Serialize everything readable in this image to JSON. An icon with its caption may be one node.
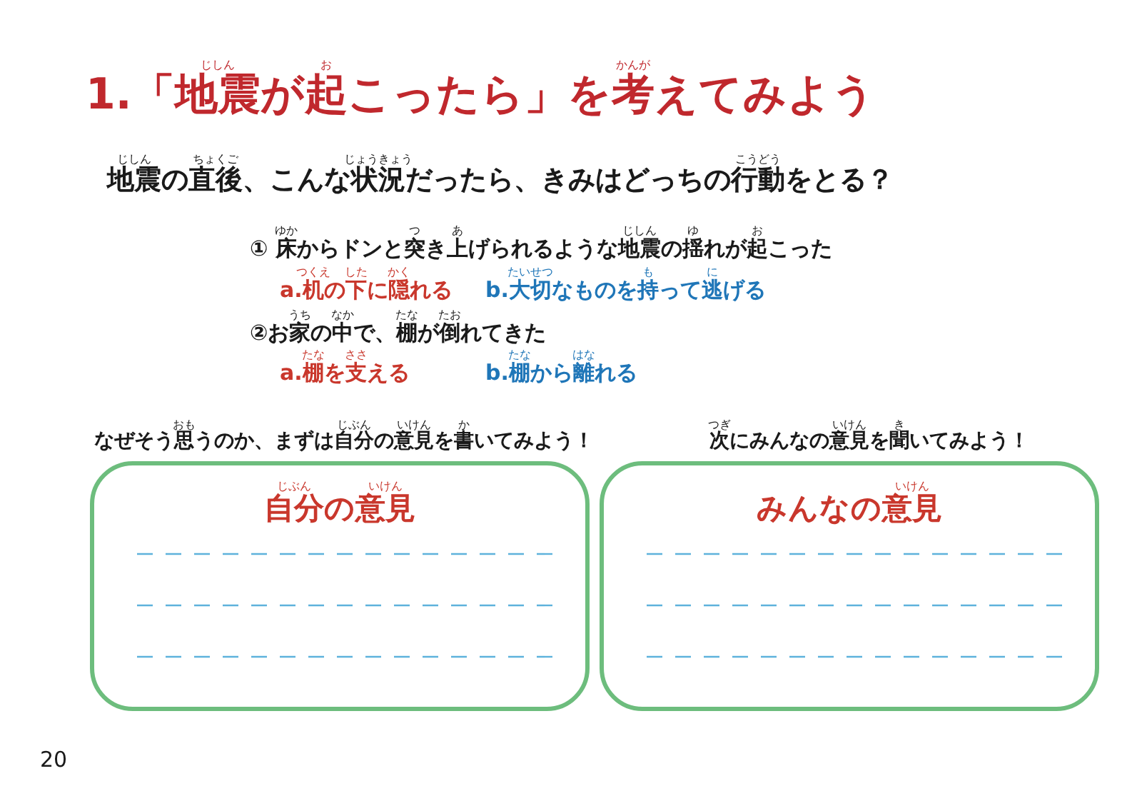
{
  "diagram": {
    "title": "1.「地震が起こったら」を考えてみよう",
    "nodes": [
      {
        "text": [
          "自分の意見"
        ]
      },
      {
        "text": [
          "みんなの意見"
        ]
      }
    ],
    "edges": [],
    "labels": [
      "**地震の直後**、こんな状況だったら、きみはどっちの行動をとる？",
      "① 床からドンと突き上げられるような地震の揺れが起こった",
      "a.机の下に隠れる",
      "b.大切なものを持って逃げる",
      "②お家の中で、棚が倒れてきた",
      "a.棚を支える",
      "b.棚から離れる",
      "なぜそう思うのか、まずは自分の意見を書いてみよう！",
      "次にみんなの意見を聞いてみよう！",
      "20",
      "じしん",
      "お",
      "かんが",
      "じしん",
      "ちょくご",
      "じょうきょう",
      "こうどう",
      "ゆか",
      "つ",
      "あ",
      "じしん",
      "ゆ",
      "お",
      "つくえ",
      "した",
      "かく",
      "たいせつ",
      "も",
      "に",
      "うち",
      "なか",
      "たな",
      "たお",
      "たな",
      "ささ",
      "たな",
      "はな",
      "おも",
      "じぶん",
      "いけん",
      "か",
      "つぎ",
      "いけん",
      "き",
      "じぶん",
      "いけん",
      "いけん"
    ]
  }
}
